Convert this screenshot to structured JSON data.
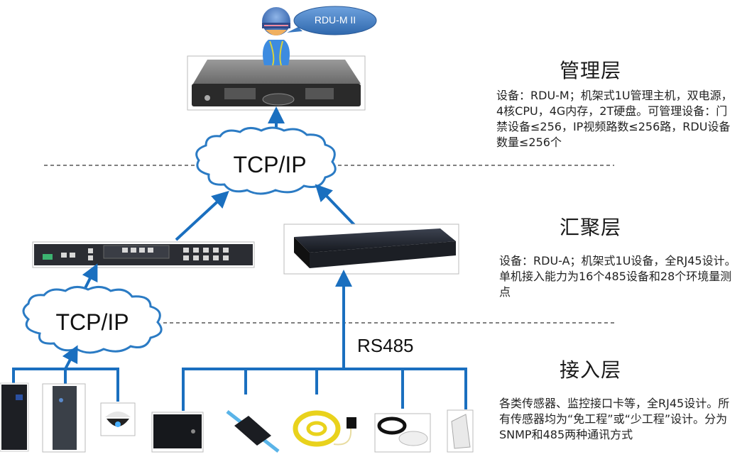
{
  "diagram": {
    "title": "RDU network architecture",
    "colors": {
      "line": "#1a6fbf",
      "cloud_stroke": "#2b7bc4",
      "cloud_fill": "#ffffff",
      "bubble": "#3a78c0",
      "divider": "#333333"
    },
    "bubble": {
      "label": "RDU-M II"
    },
    "clouds": {
      "top": {
        "label": "TCP/IP"
      },
      "bottom": {
        "label": "TCP/IP"
      }
    },
    "bus_label": "RS485",
    "layers": [
      {
        "title": "管理层",
        "description": "设备：RDU-M；机架式1U管理主机，双电源，4核CPU，4G内存，2T硬盘。可管理设备：门禁设备≤256，IP视频路数≤256路，RDU设备数量≤256个"
      },
      {
        "title": "汇聚层",
        "description": "设备：RDU-A；机架式1U设备，全RJ45设计。单机接入能力为16个485设备和28个环境量测点"
      },
      {
        "title": "接入层",
        "description": "各类传感器、监控接口卡等，全RJ45设计。所有传感器均为“免工程”或“少工程”设计。分为SNMP和485两种通讯方式"
      }
    ],
    "devices": {
      "management": "RDU-M server",
      "aggregation": [
        "network switch",
        "RDU-A unit"
      ],
      "access_snmp": [
        "UPS cabinet",
        "precision air conditioner",
        "dome camera"
      ],
      "access_485": [
        "door access controller",
        "RS485 converter",
        "water leak sensor",
        "smoke detector",
        "motion sensor"
      ]
    }
  }
}
